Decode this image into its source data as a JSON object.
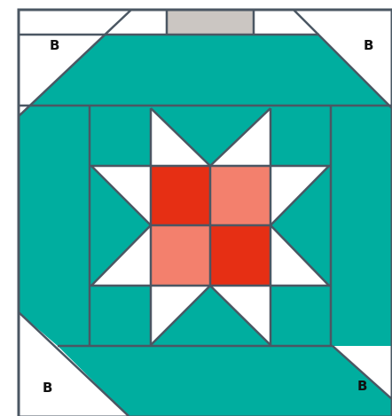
{
  "diagram": {
    "corner_labels": {
      "top_left": "B",
      "top_right": "B",
      "bottom_left": "B",
      "bottom_right": "B"
    }
  },
  "colors": {
    "teal": "#00ae9f",
    "white": "#ffffff",
    "gray_strip": "#cbc6c2",
    "red": "#e62f14",
    "salmon": "#f3806d",
    "outline": "#4b5763"
  }
}
